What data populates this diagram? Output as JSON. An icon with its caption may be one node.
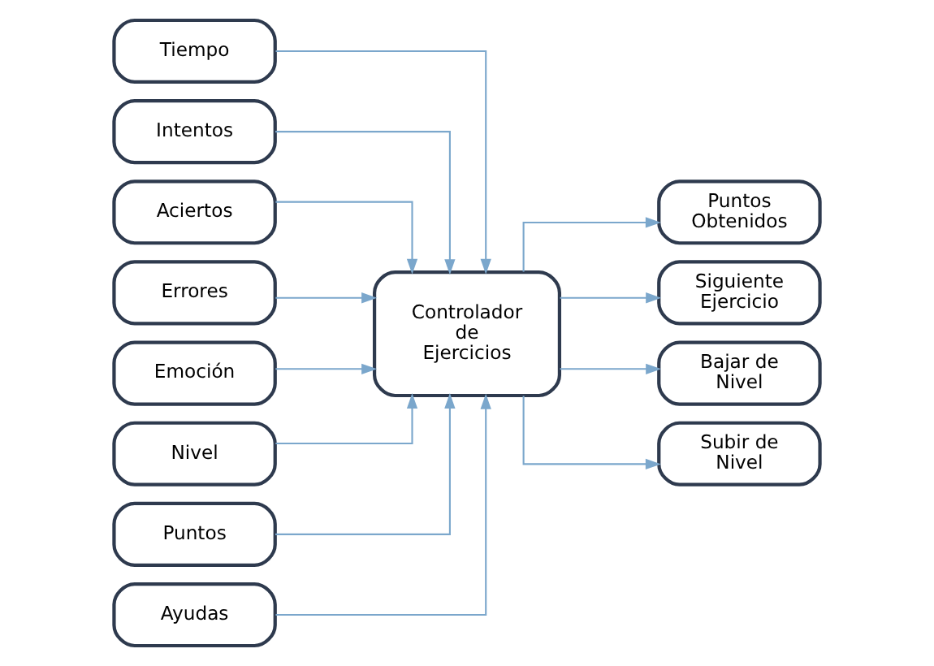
{
  "diagram": {
    "nodes": [
      {
        "text": [
          "Tiempo"
        ]
      },
      {
        "text": [
          "Intentos"
        ]
      },
      {
        "text": [
          "Aciertos"
        ]
      },
      {
        "text": [
          "Errores"
        ]
      },
      {
        "text": [
          "Emoción"
        ]
      },
      {
        "text": [
          "Nivel"
        ]
      },
      {
        "text": [
          "Puntos"
        ]
      },
      {
        "text": [
          "Ayudas"
        ]
      },
      {
        "text": [
          "Controlador de Ejercicios"
        ]
      },
      {
        "text": [
          "Puntos Obtenidos"
        ]
      },
      {
        "text": [
          "Siguiente Ejercicio"
        ]
      },
      {
        "text": [
          "Bajar de Nivel"
        ]
      },
      {
        "text": [
          "Subir de Nivel"
        ]
      }
    ],
    "edges": [
      {
        "from": 0,
        "to": 8,
        "arrow": "to"
      },
      {
        "from": 1,
        "to": 8,
        "arrow": "to"
      },
      {
        "from": 2,
        "to": 8,
        "arrow": "to"
      },
      {
        "from": 3,
        "to": 8,
        "arrow": "to"
      },
      {
        "from": 4,
        "to": 8,
        "arrow": "to"
      },
      {
        "from": 5,
        "to": 8,
        "arrow": "to"
      },
      {
        "from": 6,
        "to": 8,
        "arrow": "to"
      },
      {
        "from": 7,
        "to": 8,
        "arrow": "to"
      },
      {
        "from": 8,
        "to": 9,
        "arrow": "to"
      },
      {
        "from": 8,
        "to": 10,
        "arrow": "to"
      },
      {
        "from": 8,
        "to": 11,
        "arrow": "to"
      },
      {
        "from": 8,
        "to": 12,
        "arrow": "to"
      }
    ]
  }
}
